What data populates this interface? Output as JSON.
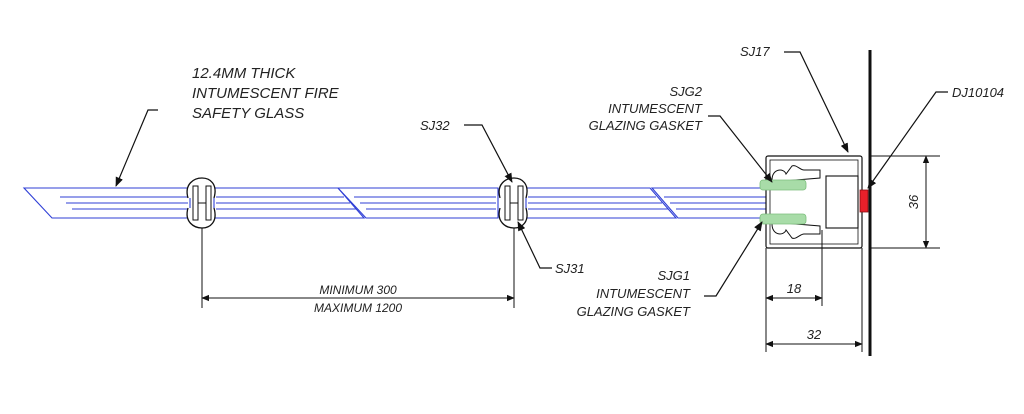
{
  "labels": {
    "glass_line1": "12.4MM THICK",
    "glass_line2": "INTUMESCENT FIRE",
    "glass_line3": "SAFETY GLASS",
    "sj32": "SJ32",
    "sj31": "SJ31",
    "sj17": "SJ17",
    "dj10104": "DJ10104",
    "sjg2_line1": "SJG2",
    "sjg2_line2": "INTUMESCENT",
    "sjg2_line3": "GLAZING GASKET",
    "sjg1_line1": "SJG1",
    "sjg1_line2": "INTUMESCENT",
    "sjg1_line3": "GLAZING  GASKET",
    "span_min": "MINIMUM  300",
    "span_max": "MAXIMUM  1200",
    "dim_18": "18",
    "dim_32": "32",
    "dim_36": "36"
  },
  "colors": {
    "glass_outline": "#2f3fd6",
    "gasket": "#a8dca8",
    "seal": "#e8202a",
    "line": "#111111"
  }
}
